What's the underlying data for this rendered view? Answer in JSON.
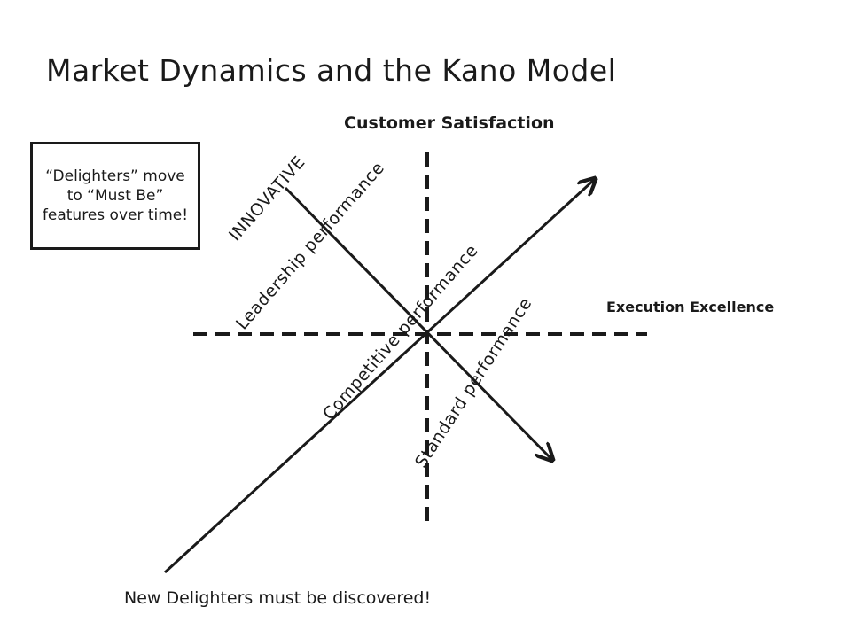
{
  "title": "Market Dynamics and the Kano Model",
  "axes": {
    "y_label": "Customer Satisfaction",
    "x_label": "Execution Excellence"
  },
  "note": "“Delighters” move to “Must Be” features over time!",
  "diagonal_labels": {
    "innovative": "INNOVATIVE",
    "leadership": "Leadership performance",
    "competitive": "Competitive performance",
    "standard": "Standard performance"
  },
  "footer": "New Delighters must be discovered!"
}
